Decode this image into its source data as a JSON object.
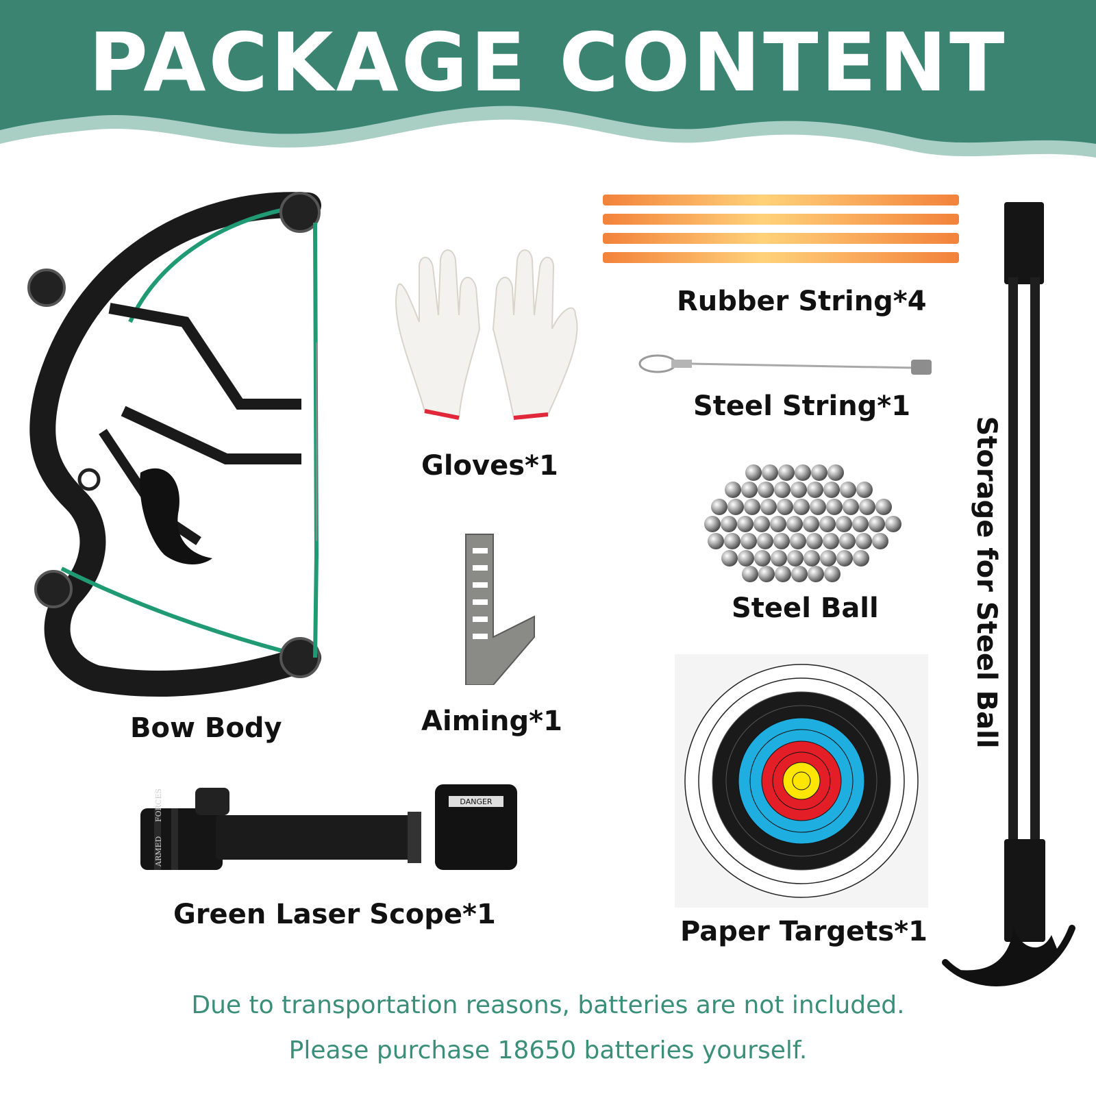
{
  "header": {
    "title": "PACKAGE CONTENT",
    "colors": {
      "banner": "#3a8471",
      "wave": "#a9cfc4"
    }
  },
  "items": {
    "bow_body": "Bow Body",
    "gloves": "Gloves*1",
    "aiming": "Aiming*1",
    "rubber_string": "Rubber String*4",
    "steel_string": "Steel String*1",
    "steel_ball": "Steel Ball",
    "paper_targets": "Paper Targets*1",
    "green_laser_scope": "Green Laser Scope*1",
    "storage": "Storage for Steel Ball"
  },
  "laser_text": {
    "warning": "DANGER",
    "brand_left": "FORCES",
    "brand_right": "ARMED"
  },
  "footer": {
    "line1": "Due to transportation reasons, batteries are not included.",
    "line2": "Please purchase 18650 batteries yourself."
  },
  "colors": {
    "note_text": "#3a8f78",
    "accent_green": "#1f9a72",
    "rubber_orange": "#f2823a"
  }
}
